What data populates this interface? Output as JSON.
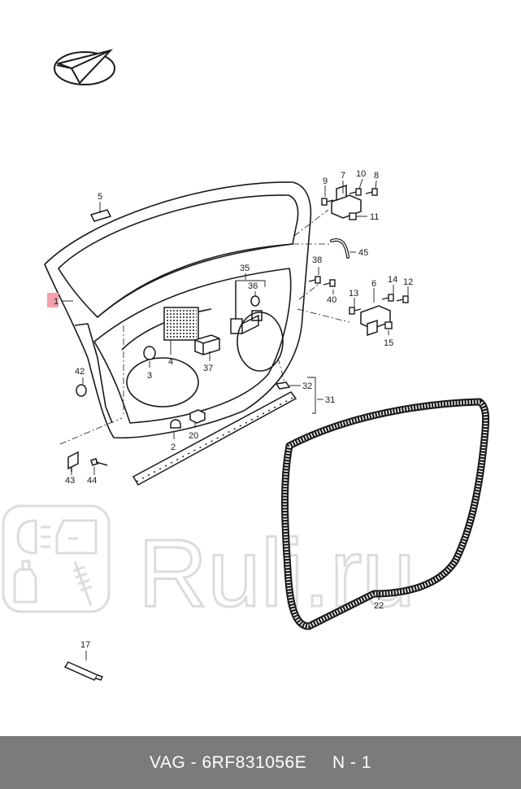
{
  "brand_logo_icon": "paper-plane-check-icon",
  "watermark": {
    "text": "Ruli.ru",
    "icons": [
      "headlight-icon",
      "car-door-icon",
      "oil-bottle-icon",
      "shock-absorber-icon"
    ]
  },
  "callouts": [
    "1",
    "2",
    "3",
    "4",
    "5",
    "6",
    "7",
    "8",
    "9",
    "10",
    "11",
    "12",
    "13",
    "14",
    "15",
    "17",
    "20",
    "22",
    "31",
    "32",
    "35",
    "36",
    "37",
    "38",
    "40",
    "42",
    "43",
    "44",
    "45"
  ],
  "footer": {
    "part_label": "VAG - 6RF831056E",
    "diagram_ref": "N - 1"
  },
  "colors": {
    "footer_bg": "#7b7b7b",
    "highlight": "#f2a0a8",
    "line": "#1a1a1a",
    "watermark": "#d9d9d9"
  }
}
